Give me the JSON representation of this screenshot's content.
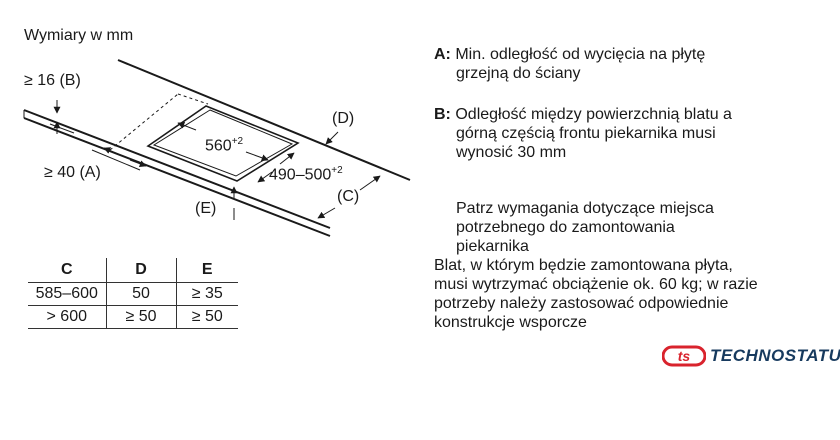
{
  "header": {
    "dims_label": "Wymiary w mm"
  },
  "diagram": {
    "label_b": "≥ 16 (B)",
    "label_a": "≥ 40 (A)",
    "label_e": "(E)",
    "label_d": "(D)",
    "label_c": "(C)",
    "dim_width": "560",
    "dim_width_tol": "+2",
    "dim_depth": "490–500",
    "dim_depth_tol": "+2"
  },
  "table": {
    "headers": [
      "C",
      "D",
      "E"
    ],
    "rows": [
      [
        "585–600",
        "50",
        "≥ 35"
      ],
      [
        "> 600",
        "≥ 50",
        "≥ 50"
      ]
    ]
  },
  "notes": {
    "a_key": "A:",
    "a_lines": [
      "Min. odległość od wycięcia na płytę",
      "grzejną do ściany"
    ],
    "b_key": "B:",
    "b_lines": [
      "Odległość między powierzchnią blatu a",
      "górną częścią frontu piekarnika musi",
      "wynosić 30 mm"
    ],
    "oven_lines": [
      "Patrz wymagania dotyczące miejsca",
      "potrzebnego do zamontowania",
      "piekarnika"
    ],
    "worktop_lines": [
      "Blat, w którym będzie zamontowana płyta,",
      "musi wytrzymać obciążenie ok. 60 kg; w razie",
      "potrzeby należy zastosować odpowiednie",
      "konstrukcje wsporcze"
    ]
  },
  "logo": {
    "mark": "ts",
    "text": "TECHNOSTATUS",
    "colors": {
      "mark": "#d9232d",
      "text": "#173a5e"
    }
  }
}
